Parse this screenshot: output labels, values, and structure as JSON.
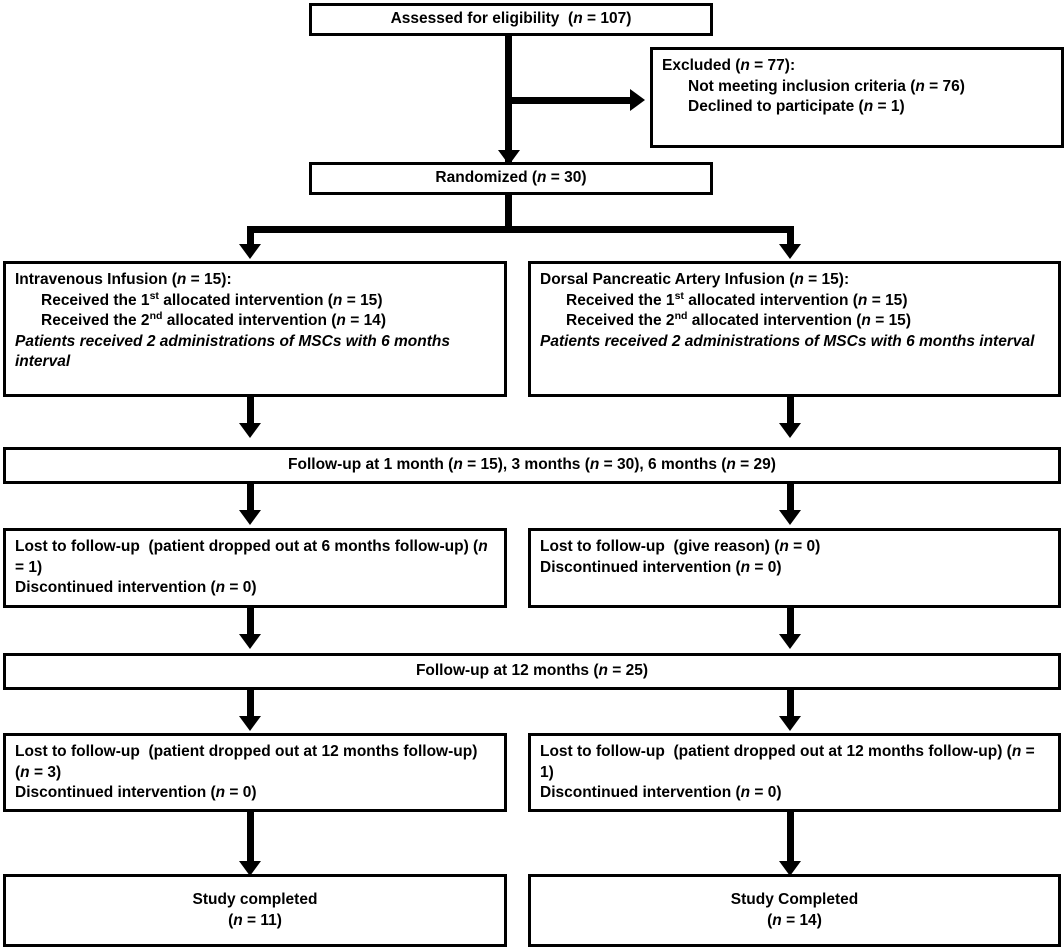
{
  "diagram": {
    "title": "CONSORT participant flow diagram",
    "colors": {
      "line": "#000000",
      "box_border": "#000000",
      "background": "#ffffff"
    }
  },
  "nodes": {
    "assessed": {
      "label": "Assessed for eligibility",
      "n": "107",
      "text": "Assessed for eligibility  (n = 107)"
    },
    "excluded": {
      "heading": "Excluded (n = 77):",
      "heading_label": "Excluded",
      "heading_n": "77",
      "reasons": [
        {
          "label": "Not meeting inclusion criteria",
          "n": "76",
          "text": "Not meeting inclusion criteria (n = 76)"
        },
        {
          "label": "Declined to participate",
          "n": "1",
          "text": "Declined to participate (n = 1)"
        }
      ]
    },
    "randomized": {
      "label": "Randomized",
      "n": "30",
      "text": "Randomized (n = 30)"
    },
    "arm_left": {
      "heading_label": "Intravenous Infusion",
      "heading_n": "15",
      "heading": "Intravenous Infusion (n = 15):",
      "lines": [
        {
          "prefix": "Received the 1",
          "sup": "st",
          "suffix": " allocated intervention (n = 15)",
          "n": "15"
        },
        {
          "prefix": "Received the 2",
          "sup": "nd",
          "suffix": " allocated intervention (n = 14)",
          "n": "14"
        }
      ],
      "note": "Patients received 2 administrations of MSCs with  6 months interval"
    },
    "arm_right": {
      "heading_label": "Dorsal Pancreatic Artery Infusion",
      "heading_n": "15",
      "heading": "Dorsal Pancreatic Artery Infusion (n = 15):",
      "lines": [
        {
          "prefix": "Received the 1",
          "sup": "st",
          "suffix": " allocated intervention (n = 15)",
          "n": "15"
        },
        {
          "prefix": "Received the 2",
          "sup": "nd",
          "suffix": " allocated intervention (n = 15)",
          "n": "15"
        }
      ],
      "note": "Patients received 2 administrations of MSCs with  6 months interval"
    },
    "followup_early": {
      "text": "Follow-up at 1 month (n = 15), 3 months (n = 30), 6 months (n = 29)",
      "points": [
        {
          "time": "1 month",
          "n": "15"
        },
        {
          "time": "3 months",
          "n": "30"
        },
        {
          "time": "6 months",
          "n": "29"
        }
      ]
    },
    "lost_left_6m": {
      "lines": [
        "Lost to follow-up  (patient dropped out at 6 months follow-up) (n = 1)",
        "Discontinued intervention (n = 0)"
      ],
      "lost_n": "1",
      "discontinued_n": "0"
    },
    "lost_right_6m": {
      "lines": [
        "Lost to follow-up  (give reason) (n = 0)",
        "Discontinued intervention (n = 0)"
      ],
      "lost_n": "0",
      "discontinued_n": "0"
    },
    "followup_12m": {
      "text": "Follow-up at 12 months (n = 25)",
      "time": "12 months",
      "n": "25"
    },
    "lost_left_12m": {
      "lines": [
        "Lost to follow-up  (patient dropped out at 12 months follow-up) (n = 3)",
        "Discontinued intervention (n = 0)"
      ],
      "lost_n": "3",
      "discontinued_n": "0"
    },
    "lost_right_12m": {
      "lines": [
        "Lost to follow-up  (patient dropped out at 12 months follow-up) (n = 1)",
        "Discontinued intervention (n = 0)"
      ],
      "lost_n": "1",
      "discontinued_n": "0"
    },
    "completed_left": {
      "label": "Study completed",
      "n_text": "(n = 11)",
      "n": "11"
    },
    "completed_right": {
      "label": "Study Completed",
      "n_text": "(n = 14)",
      "n": "14"
    }
  }
}
